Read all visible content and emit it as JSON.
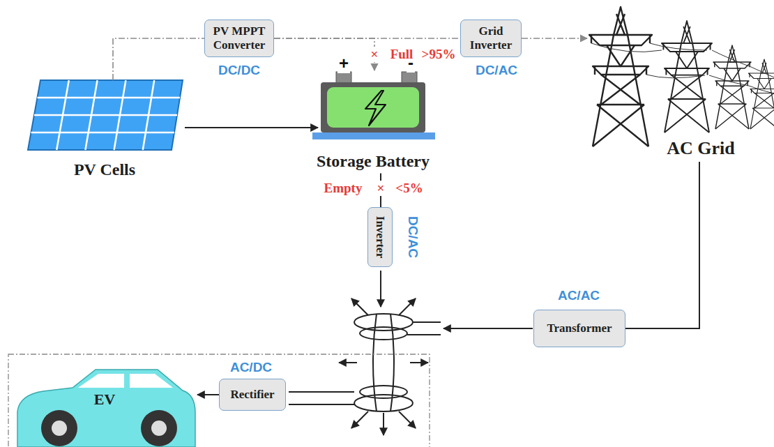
{
  "diagram": {
    "nodes": [
      {
        "text": [
          "PV MPPT Converter"
        ]
      },
      {
        "text": [
          "Grid Inverter"
        ]
      },
      {
        "text": [
          "Storage Battery"
        ]
      },
      {
        "text": [
          "PV Cells"
        ]
      },
      {
        "text": [
          "AC Grid"
        ]
      },
      {
        "text": [
          "Inverter"
        ]
      },
      {
        "text": [
          "Transformer"
        ]
      },
      {
        "text": [
          "Rectifier"
        ]
      },
      {
        "text": [
          "EV"
        ]
      }
    ],
    "edges": [
      {
        "from": 3,
        "to": 0,
        "arrow": "none"
      },
      {
        "from": 0,
        "to": 1,
        "arrow": "none"
      },
      {
        "from": 0,
        "to": 2,
        "arrow": "to"
      },
      {
        "from": 1,
        "to": 4,
        "arrow": "to"
      },
      {
        "from": 3,
        "to": 2,
        "arrow": "to"
      },
      {
        "from": 2,
        "to": 5,
        "arrow": "none"
      },
      {
        "from": 4,
        "to": 6,
        "arrow": "none"
      },
      {
        "from": 7,
        "to": 8,
        "arrow": "to"
      }
    ],
    "labels": [
      "DC/DC",
      "DC/AC",
      "+",
      "-",
      "×",
      "Full",
      ">95%",
      "Empty",
      "×",
      "<5%",
      "DC/AC",
      "AC/AC",
      "AC/DC"
    ]
  }
}
